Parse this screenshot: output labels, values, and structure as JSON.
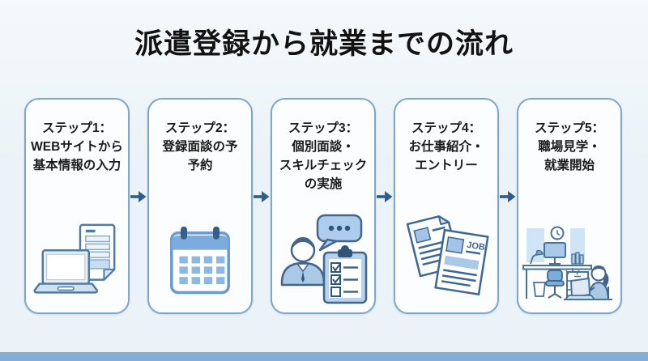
{
  "page": {
    "title": "派遣登録から就業までの流れ"
  },
  "theme": {
    "page_bg": "#ebf3f8",
    "page_bg_top": "#f4f9fb",
    "card_bg": "#fcfdfe",
    "card_border": "#7ea6c9",
    "arrow_color": "#2d5e8e",
    "title_color": "#121212",
    "step_text_color": "#1b1b1b",
    "footer_bar_color": "#84aed6",
    "icon_outline": "#4a7199",
    "icon_fill_light": "#aecded",
    "icon_fill_medium": "#7cabdd",
    "icon_fill_dark": "#2f5578"
  },
  "steps": [
    {
      "title": "ステップ1：\nWEBサイトから\n基本情報の入力",
      "icon": "laptop-and-form-icon"
    },
    {
      "title": "ステップ2：\n登録面談の予\n予約",
      "icon": "calendar-icon"
    },
    {
      "title": "ステップ3：\n個別面談・\nスキルチェック\nの実施",
      "icon": "interview-and-skill-check-icon"
    },
    {
      "title": "ステップ4：\nお仕事紹介・\nエントリー",
      "icon": "job-documents-icon",
      "doc_label": "JOB"
    },
    {
      "title": "ステップ5：\n職場見学・\n就業開始",
      "icon": "workplace-scene-icon"
    }
  ]
}
